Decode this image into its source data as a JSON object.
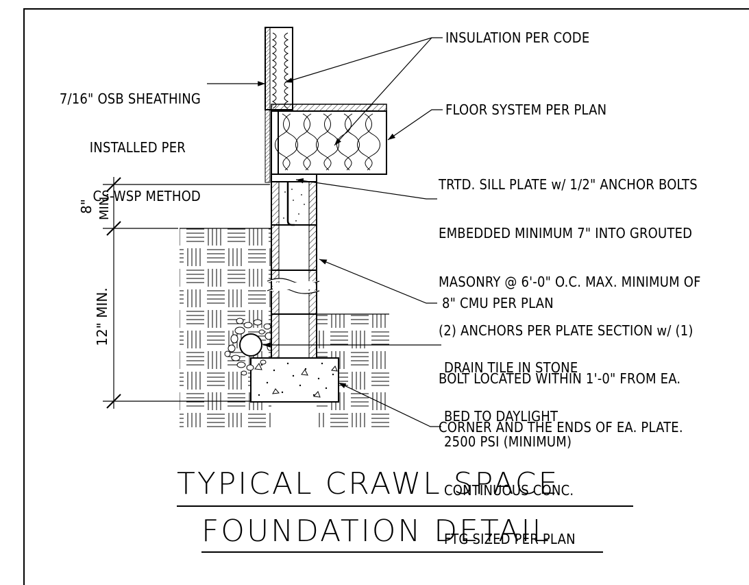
{
  "labels": {
    "sheathing": [
      "7/16\" OSB SHEATHING",
      "INSTALLED PER",
      "CS-WSP METHOD"
    ],
    "insulation": "INSULATION PER CODE",
    "floor_system": "FLOOR SYSTEM PER PLAN",
    "sill_plate": [
      "TRTD. SILL PLATE w/ 1/2\" ANCHOR BOLTS",
      "EMBEDDED MINIMUM 7\" INTO GROUTED",
      "MASONRY @ 6'-0\" O.C. MAX. MINIMUM OF",
      "(2) ANCHORS PER PLATE SECTION w/ (1)",
      "BOLT LOCATED WITHIN 1'-0\" FROM EA.",
      "CORNER AND THE ENDS OF EA. PLATE."
    ],
    "cmu": "8\" CMU PER PLAN",
    "drain_tile": [
      "DRAIN TILE IN STONE",
      "BED TO DAYLIGHT"
    ],
    "footing": [
      "2500 PSI (MINIMUM)",
      "CONTINUOUS CONC.",
      "FTG SIZED PER PLAN"
    ]
  },
  "dimensions": {
    "upper": [
      "8\"",
      "MIN."
    ],
    "lower": "12\" MIN."
  },
  "title": {
    "line1": "TYPICAL CRAWL SPACE",
    "line2": "FOUNDATION DETAIL"
  }
}
